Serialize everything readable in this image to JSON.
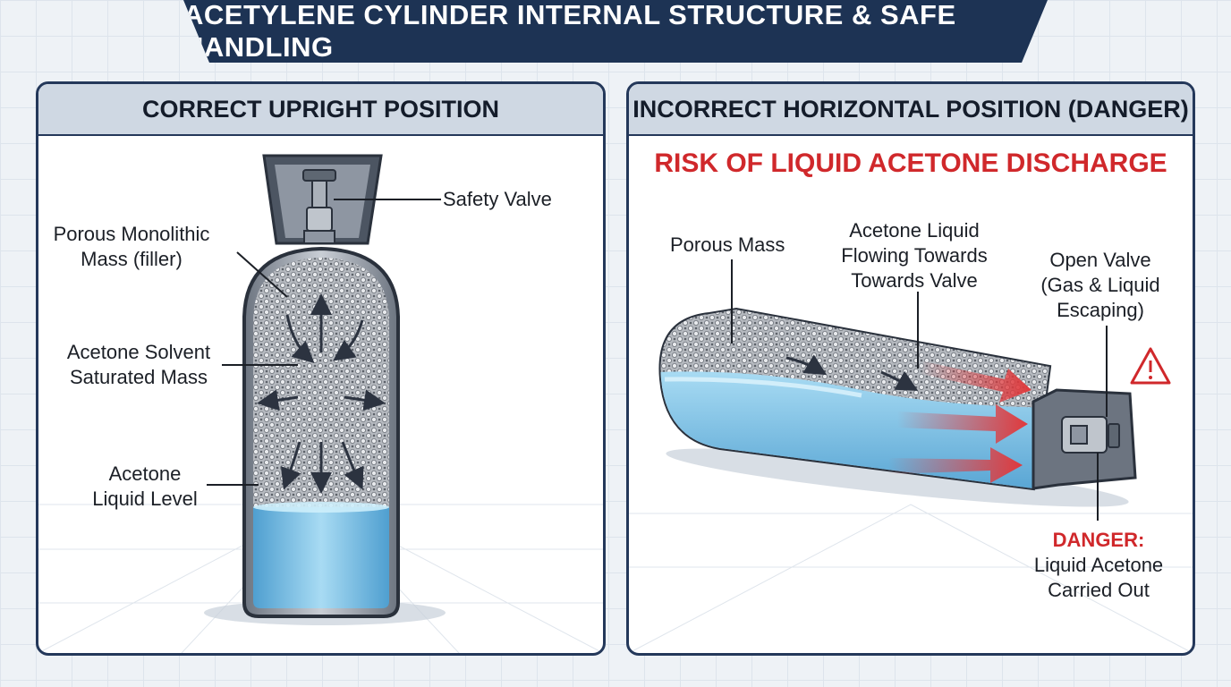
{
  "title": "ACETYLENE CYLINDER INTERNAL STRUCTURE & SAFE HANDLING",
  "left_panel": {
    "heading": "CORRECT UPRIGHT POSITION",
    "labels": {
      "safety_valve": "Safety Valve",
      "porous_line1": "Porous Monolithic",
      "porous_line2": "Mass (filler)",
      "solvent_line1": "Acetone Solvent",
      "solvent_line2": "Saturated Mass",
      "level_line1": "Acetone",
      "level_line2": "Liquid Level"
    }
  },
  "right_panel": {
    "heading": "INCORRECT HORIZONTAL POSITION (DANGER)",
    "risk": "RISK OF LIQUID ACETONE DISCHARGE",
    "labels": {
      "porous_mass": "Porous Mass",
      "flow_line1": "Acetone Liquid",
      "flow_line2": "Flowing Towards",
      "flow_line3": "Towards Valve",
      "open_line1": "Open Valve",
      "open_line2": "(Gas & Liquid",
      "open_line3": "Escaping)",
      "danger": "DANGER:",
      "danger_line1": "Liquid Acetone",
      "danger_line2": "Carried Out"
    }
  },
  "colors": {
    "navy": "#1d3354",
    "danger_red": "#d0282b",
    "liquid_blue": "#7ec3e8",
    "porous_gray": "#a9adb3"
  },
  "icons": [
    "warning-triangle-icon",
    "flow-arrow-icon",
    "pressure-arrow-icon"
  ]
}
